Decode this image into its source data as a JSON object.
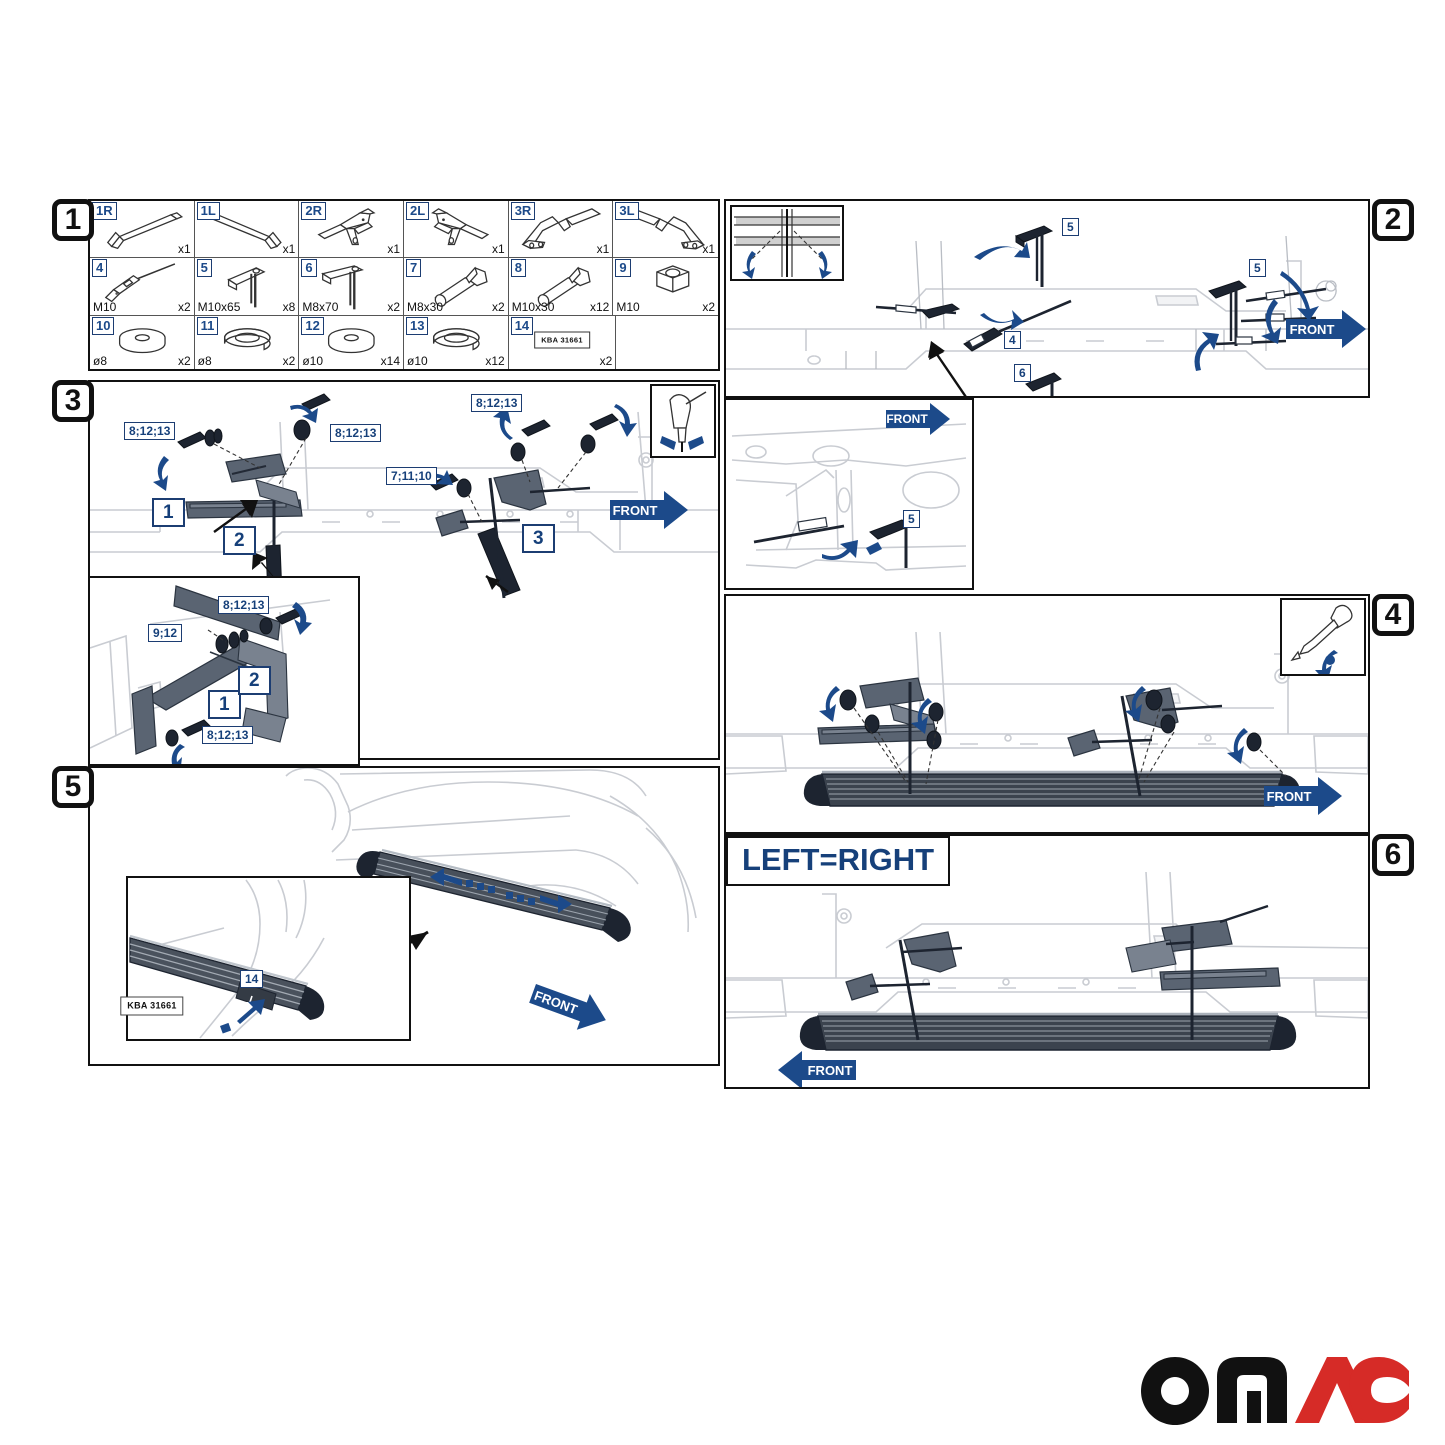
{
  "document": {
    "type": "vehicle-running-board-installation-instructions",
    "brand": "OMAC",
    "logo_colors": {
      "om": "#111111",
      "ac": "#d62b27"
    },
    "accent_blue": "#1c4a8a",
    "label_blue": "#16407a"
  },
  "panels": [
    {
      "id": "1",
      "number": "1",
      "title": "parts-list"
    },
    {
      "id": "2",
      "number": "2",
      "title": "frame-preparation"
    },
    {
      "id": "3",
      "number": "3",
      "title": "bracket-mounting"
    },
    {
      "id": "4",
      "number": "4",
      "title": "board-attachment"
    },
    {
      "id": "5",
      "number": "5",
      "title": "final-adjustment"
    },
    {
      "id": "6",
      "number": "6",
      "title": "opposite-side"
    }
  ],
  "parts_table": {
    "rows": [
      [
        {
          "num": "1R",
          "spec": "",
          "qty": "x1",
          "icon": "bracket-right"
        },
        {
          "num": "1L",
          "spec": "",
          "qty": "x1",
          "icon": "bracket-left"
        },
        {
          "num": "2R",
          "spec": "",
          "qty": "x1",
          "icon": "mount-right"
        },
        {
          "num": "2L",
          "spec": "",
          "qty": "x1",
          "icon": "mount-left"
        },
        {
          "num": "3R",
          "spec": "",
          "qty": "x1",
          "icon": "arm-right"
        },
        {
          "num": "3L",
          "spec": "",
          "qty": "x1",
          "icon": "arm-left"
        }
      ],
      [
        {
          "num": "4",
          "spec": "M10",
          "qty": "x2",
          "icon": "rivet-nut-tool"
        },
        {
          "num": "5",
          "spec": "M10x65",
          "qty": "x8",
          "icon": "t-bolt-long"
        },
        {
          "num": "6",
          "spec": "M8x70",
          "qty": "x2",
          "icon": "t-bolt-short"
        },
        {
          "num": "7",
          "spec": "M8x30",
          "qty": "x2",
          "icon": "hex-bolt"
        },
        {
          "num": "8",
          "spec": "M10x30",
          "qty": "x12",
          "icon": "hex-bolt"
        },
        {
          "num": "9",
          "spec": "M10",
          "qty": "x2",
          "icon": "hex-nut"
        }
      ],
      [
        {
          "num": "10",
          "spec": "ø8",
          "qty": "x2",
          "icon": "flat-washer"
        },
        {
          "num": "11",
          "spec": "ø8",
          "qty": "x2",
          "icon": "spring-washer"
        },
        {
          "num": "12",
          "spec": "ø10",
          "qty": "x14",
          "icon": "flat-washer"
        },
        {
          "num": "13",
          "spec": "ø10",
          "qty": "x12",
          "icon": "spring-washer"
        },
        {
          "num": "14",
          "spec": "",
          "qty": "x2",
          "icon": "kba-sticker",
          "sticker": "KBA 31661"
        }
      ]
    ]
  },
  "panel2": {
    "callouts": [
      {
        "text": "5",
        "name": "callout-part-5-left"
      },
      {
        "text": "5",
        "name": "callout-part-5-right"
      },
      {
        "text": "4",
        "name": "callout-part-4"
      },
      {
        "text": "6",
        "name": "callout-part-6"
      }
    ],
    "front_arrow": "FRONT",
    "inset": {
      "front_arrow": "FRONT",
      "callout": "5"
    }
  },
  "panel3": {
    "callouts": [
      {
        "text": "8;12;13",
        "name": "callout-hardware-left"
      },
      {
        "text": "8;12;13",
        "name": "callout-hardware-mid"
      },
      {
        "text": "8;12;13",
        "name": "callout-hardware-right"
      },
      {
        "text": "7;11;10",
        "name": "callout-hardware-bolt7"
      },
      {
        "text": "1",
        "name": "callout-part-1"
      },
      {
        "text": "2",
        "name": "callout-part-2"
      },
      {
        "text": "3",
        "name": "callout-part-3"
      }
    ],
    "front_arrow": "FRONT",
    "inset": {
      "callouts": [
        {
          "text": "8;12;13",
          "name": "callout-hardware-top"
        },
        {
          "text": "9;12",
          "name": "callout-hardware-nut"
        },
        {
          "text": "8;12;13",
          "name": "callout-hardware-bottom"
        },
        {
          "text": "1",
          "name": "callout-part-1"
        },
        {
          "text": "2",
          "name": "callout-part-2"
        }
      ]
    }
  },
  "panel4": {
    "front_arrow": "FRONT"
  },
  "panel5": {
    "front_arrow": "FRONT",
    "inset": {
      "callout": "14",
      "sticker": "KBA 31661"
    }
  },
  "panel6": {
    "note": "LEFT=RIGHT",
    "front_arrow": "FRONT"
  }
}
